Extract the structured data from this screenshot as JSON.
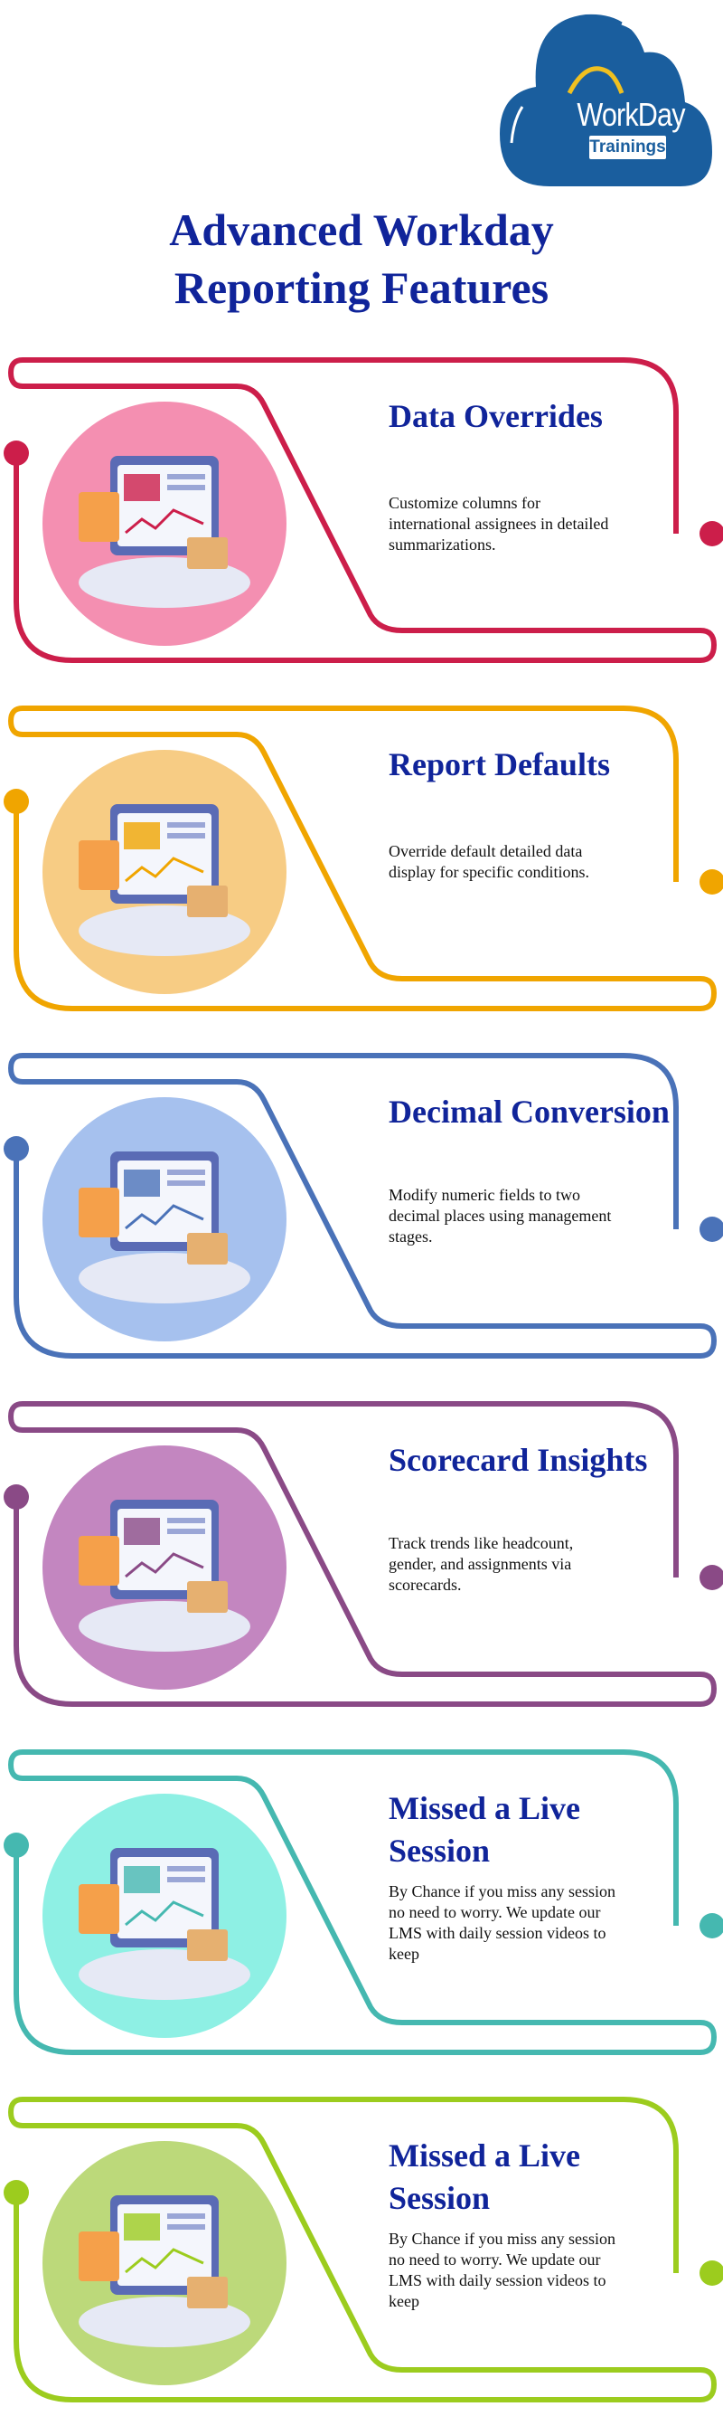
{
  "logo": {
    "word": "WorkDay",
    "sub": "Trainings",
    "color": "#1a5e9e"
  },
  "title": {
    "line1": "Advanced Workday",
    "line2": "Reporting Features"
  },
  "sections": [
    {
      "heading": "Data Overrides",
      "body": "Customize columns for international assignees in detailed summarizations.",
      "line_color": "#cc1e4a",
      "circle_color": "#f48fb1",
      "icon": "dashboard-screens-icon"
    },
    {
      "heading": "Report Defaults",
      "body": "Override default detailed data display for specific conditions.",
      "line_color": "#f0a500",
      "circle_color": "#f7cc84",
      "icon": "mobile-settings-icon"
    },
    {
      "heading": "Decimal Conversion",
      "body": "Modify numeric fields to two decimal places using management stages.",
      "line_color": "#4a72b8",
      "circle_color": "#a6c1ee",
      "icon": "calculator-icon"
    },
    {
      "heading": "Scorecard Insights",
      "body": "Track trends like headcount, gender, and assignments via scorecards.",
      "line_color": "#8a4a86",
      "circle_color": "#c386c0",
      "icon": "analytics-folder-icon"
    },
    {
      "heading": "Missed a Live Session",
      "body": "By Chance if you miss any session no need to worry. We update our LMS with daily session videos to keep",
      "line_color": "#45b8b0",
      "circle_color": "#8ef0e4",
      "icon": "team-planning-icon"
    },
    {
      "heading": "Missed a Live Session",
      "body": "By Chance if you miss any session no need to worry. We update our LMS with daily session videos to keep",
      "line_color": "#9ccc1e",
      "circle_color": "#bcd97a",
      "icon": "laptop-office-icon"
    }
  ]
}
